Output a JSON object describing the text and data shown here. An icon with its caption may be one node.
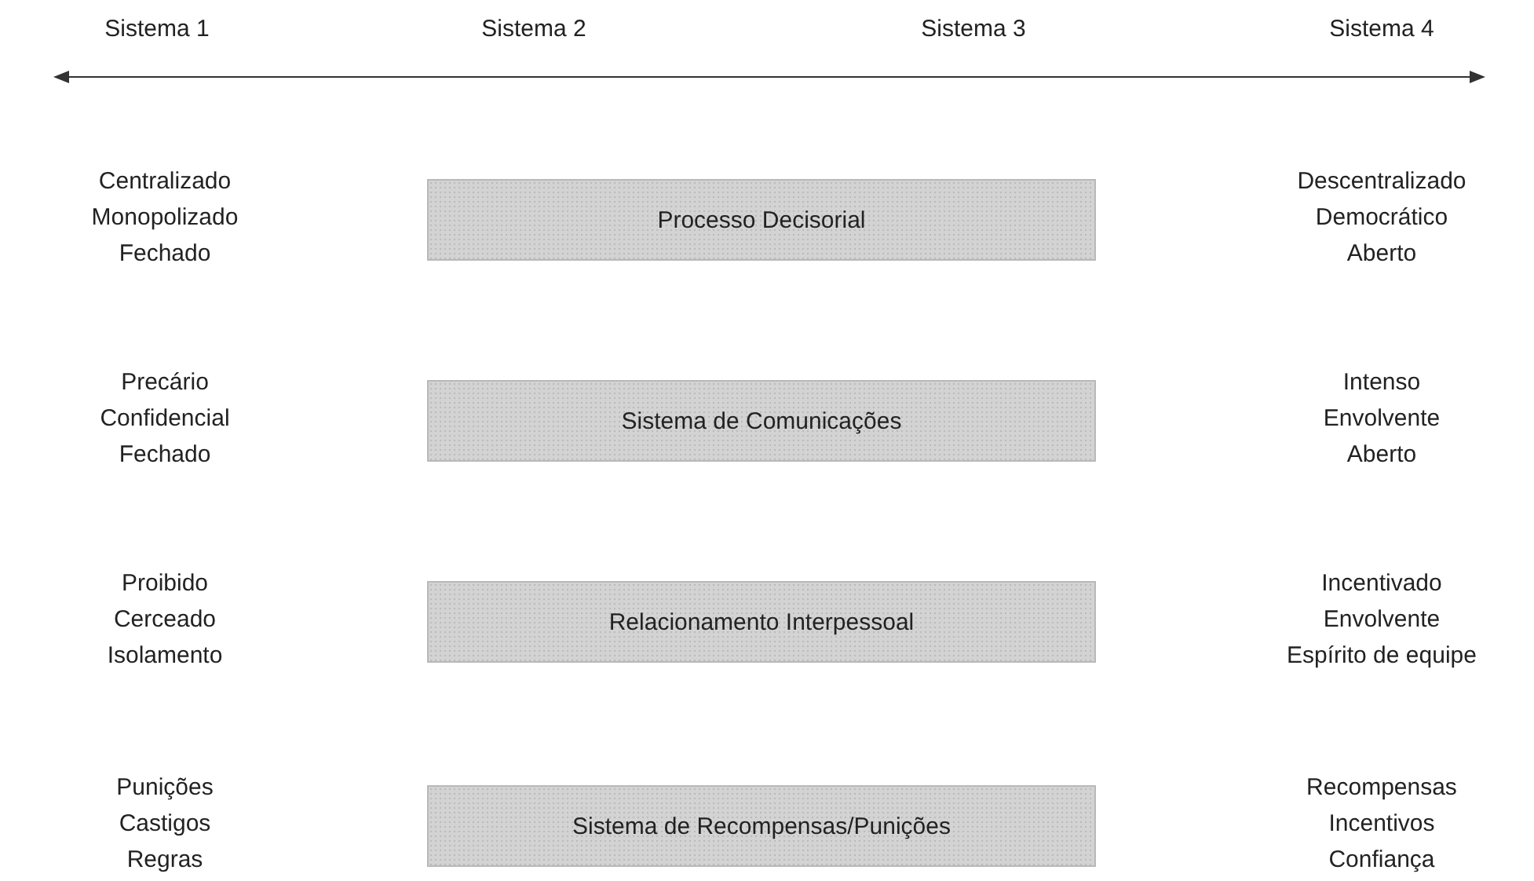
{
  "diagram": {
    "nodes": [
      {
        "text": [
          "Processo Decisorial"
        ]
      },
      {
        "text": [
          "Sistema de Comunicações"
        ]
      },
      {
        "text": [
          "Relacionamento Interpessoal"
        ]
      },
      {
        "text": [
          "Sistema de Recompensas/Punições"
        ]
      }
    ],
    "labels": [
      "Sistema 1",
      "Sistema 2",
      "Sistema 3",
      "Sistema 4",
      "Centralizado",
      "Monopolizado",
      "Fechado",
      "Descentralizado",
      "Democrático",
      "Aberto",
      "Precário",
      "Confidencial",
      "Fechado",
      "Intenso",
      "Envolvente",
      "Aberto",
      "Proibido",
      "Cerceado",
      "Isolamento",
      "Incentivado",
      "Envolvente",
      "Espírito de equipe",
      "Punições",
      "Castigos",
      "Regras",
      "Recompensas",
      "Incentivos",
      "Confiança"
    ]
  }
}
